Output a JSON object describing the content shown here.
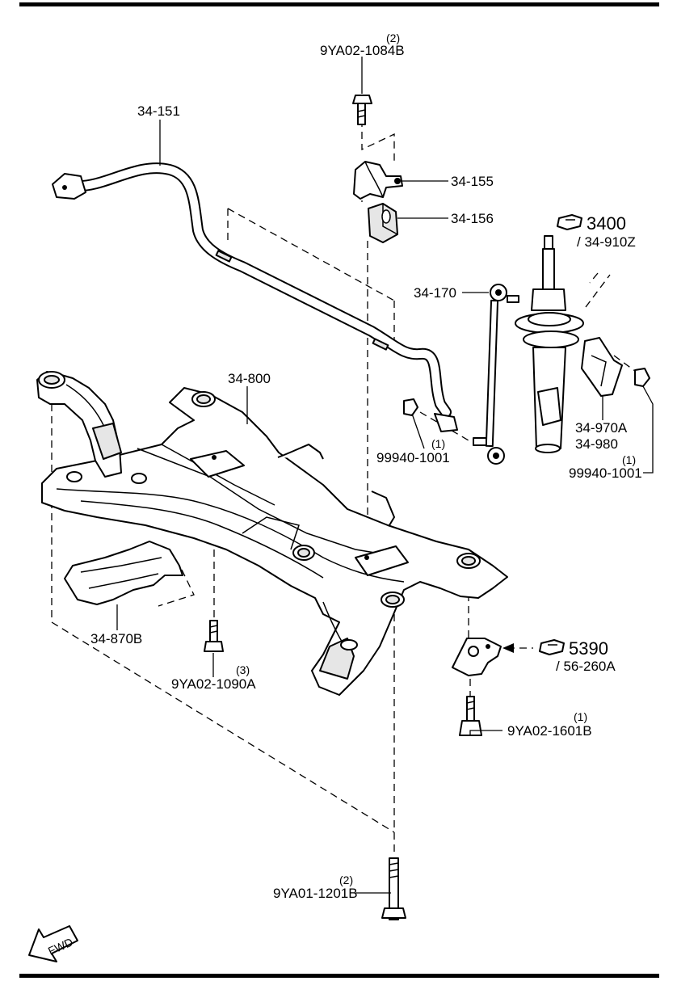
{
  "labels": {
    "stabilizer_bar": "34-151",
    "bolt_top": "9YA02-1084B",
    "bolt_top_qty": "(2)",
    "bracket": "34-155",
    "bushing": "34-156",
    "strut_ref": "3400",
    "strut_part": "/ 34-910Z",
    "link": "34-170",
    "crossmember": "34-800",
    "nut_left": "99940-1001",
    "nut_left_qty": "(1)",
    "bracket_right": "34-970A",
    "bracket_right2": "34-980",
    "nut_right": "99940-1001",
    "nut_right_qty": "(1)",
    "shield": "34-870B",
    "bolt_mid": "9YA02-1090A",
    "bolt_mid_qty": "(3)",
    "mount_ref": "5390",
    "mount_part": "/ 56-260A",
    "bolt_right": "9YA02-1601B",
    "bolt_right_qty": "(1)",
    "bolt_bottom": "9YA01-1201B",
    "bolt_bottom_qty": "(2)",
    "fwd": "FWD"
  },
  "icons": {
    "strut_ref_icon": "pointing-hand-icon",
    "mount_ref_icon": "pointing-hand-icon",
    "fwd_icon": "arrow-icon"
  }
}
